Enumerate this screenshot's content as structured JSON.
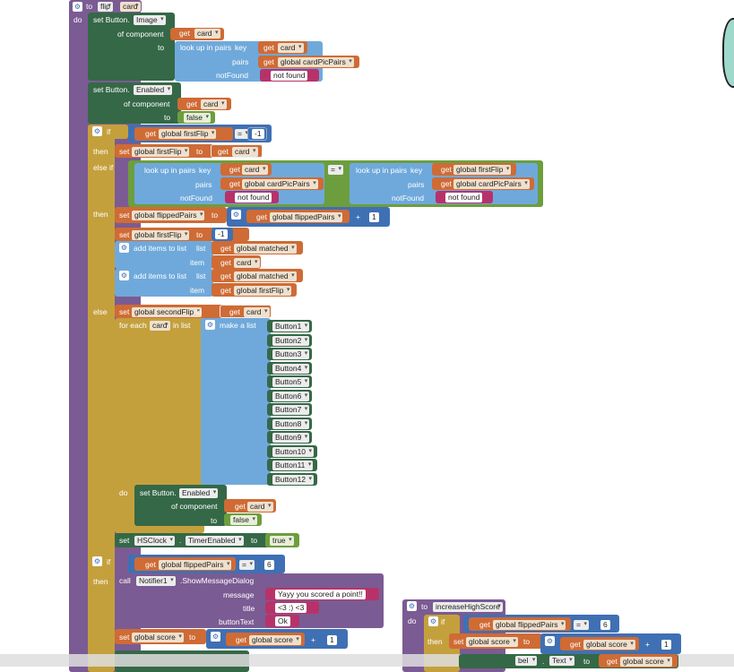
{
  "flip": {
    "to": "to",
    "name": "flip",
    "param": "card",
    "do": "do"
  },
  "s1": {
    "set": "set Button.",
    "prop": "Image",
    "of": "of component",
    "get": "get",
    "getv": "card",
    "to": "to",
    "lookup": "look up in pairs",
    "key": "key",
    "pairs": "pairs",
    "pairsv": "global cardPicPairs",
    "notfound": "notFound",
    "nf": "not found"
  },
  "s2": {
    "set": "set Button.",
    "prop": "Enabled",
    "of": "of component",
    "get": "get",
    "getv": "card",
    "to": "to",
    "val": "false"
  },
  "if1": {
    "if": "if",
    "get": "get",
    "v": "global firstFlip",
    "eq": "=",
    "num": "-1",
    "then": "then",
    "set": "set",
    "sv": "global firstFlip",
    "to": "to",
    "getv": "card"
  },
  "elif": {
    "label": "else if",
    "lookup": "look up in pairs",
    "key": "key",
    "get": "get",
    "k1": "card",
    "k2": "global firstFlip",
    "pairs": "pairs",
    "pv": "global cardPicPairs",
    "notfound": "notFound",
    "nf": "not found",
    "eq": "="
  },
  "then2": {
    "then": "then",
    "set": "set",
    "v": "global flippedPairs",
    "to": "to",
    "get": "get",
    "plus": "+",
    "one": "1",
    "set2v": "global firstFlip",
    "m1": "-1",
    "add": "add items to list",
    "list": "list",
    "lv": "global matched",
    "item": "item",
    "iv1": "card",
    "iv2": "global firstFlip"
  },
  "else": {
    "label": "else",
    "set": "set",
    "v": "global secondFlip",
    "to": "to",
    "get": "get",
    "gv": "card",
    "foreach": "for each",
    "item": "card",
    "inlist": "in list",
    "mk": "make a list",
    "buttons": [
      "Button1",
      "Button2",
      "Button3",
      "Button4",
      "Button5",
      "Button6",
      "Button7",
      "Button8",
      "Button9",
      "Button10",
      "Button11",
      "Button12"
    ],
    "do": "do",
    "setb": "set Button.",
    "prop": "Enabled",
    "of": "of component",
    "to2": "to",
    "val": "false",
    "hs": "HSClock",
    "te": "TimerEnabled",
    "tv": "true"
  },
  "if3": {
    "if": "if",
    "get": "get",
    "v": "global flippedPairs",
    "eq": "=",
    "num": "6",
    "then": "then",
    "call": "call",
    "notif": "Notifier1",
    "method": ".ShowMessageDialog",
    "message": "message",
    "msg": "Yayy you scored a point!!",
    "title": "title",
    "tv": "<3 :) <3",
    "btn": "buttonText",
    "bv": "Ok",
    "set": "set",
    "sv": "global score",
    "to": "to",
    "plus": "+",
    "one": "1"
  },
  "hs": {
    "to": "to",
    "name": "increaseHighScore",
    "do": "do",
    "if": "if",
    "get": "get",
    "v": "global flippedPairs",
    "eq": "=",
    "num": "6",
    "then": "then",
    "set": "set",
    "sv": "global score",
    "plus": "+",
    "one": "1",
    "bel": "bel",
    "text": "Text",
    "to2": "to",
    "gv": "global score"
  }
}
